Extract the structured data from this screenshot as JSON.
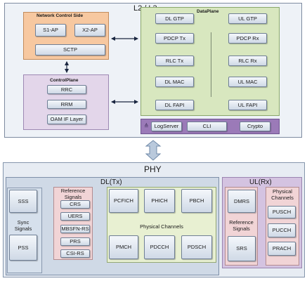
{
  "top": {
    "title": "L2 / L3",
    "network_control": {
      "title": "Network Control Side",
      "s1ap": "S1-AP",
      "x2ap": "X2-AP",
      "sctp": "SCTP"
    },
    "control_plane": {
      "title": "ControlPlane",
      "rrc": "RRC",
      "rrm": "RRM",
      "oam": "OAM IF Layer"
    },
    "data_plane": {
      "title": "DataPlane",
      "dl": [
        "DL GTP",
        "PDCP Tx",
        "RLC Tx",
        "DL MAC",
        "DL FAPI"
      ],
      "ul": [
        "UL GTP",
        "PDCP Rx",
        "RLC Rx",
        "UL MAC",
        "UL FAPI"
      ]
    },
    "services": {
      "logserver": "LogServer",
      "cli": "CLI",
      "crypto": "Crypto"
    }
  },
  "phy": {
    "title": "PHY",
    "dl": {
      "title": "DL(Tx)",
      "sync": {
        "label": "Sync\nSignals",
        "sss": "SSS",
        "pss": "PSS"
      },
      "ref": {
        "title": "Reference\nSignals",
        "items": [
          "CRS",
          "UERS",
          "MBSFN-RS",
          "PRS",
          "CSI-RS"
        ]
      },
      "channels": {
        "label": "Physical Channels",
        "top": [
          "PCFICH",
          "PHICH",
          "PBCH"
        ],
        "bottom": [
          "PMCH",
          "PDCCH",
          "PDSCH"
        ]
      }
    },
    "ul": {
      "title": "UL(Rx)",
      "ref": {
        "label": "Reference\nSignals",
        "dmrs": "DMRS",
        "srs": "SRS"
      },
      "channels": {
        "title": "Physical\nChannels",
        "items": [
          "PUSCH",
          "PUCCH",
          "PRACH"
        ]
      }
    }
  },
  "colors": {
    "network_control": "#f7c8a0",
    "control_plane": "#e3d6ea",
    "data_plane": "#d8e7bf",
    "services_bar": "#9b7ab8",
    "phy_bg": "#e7ecf3",
    "dl_bg": "#cfd9e6",
    "ul_bg": "#d4c3e1",
    "ref_bg": "#f1d4d6",
    "channels_bg": "#e8f0d2",
    "arrow": "#7f9ab9"
  }
}
